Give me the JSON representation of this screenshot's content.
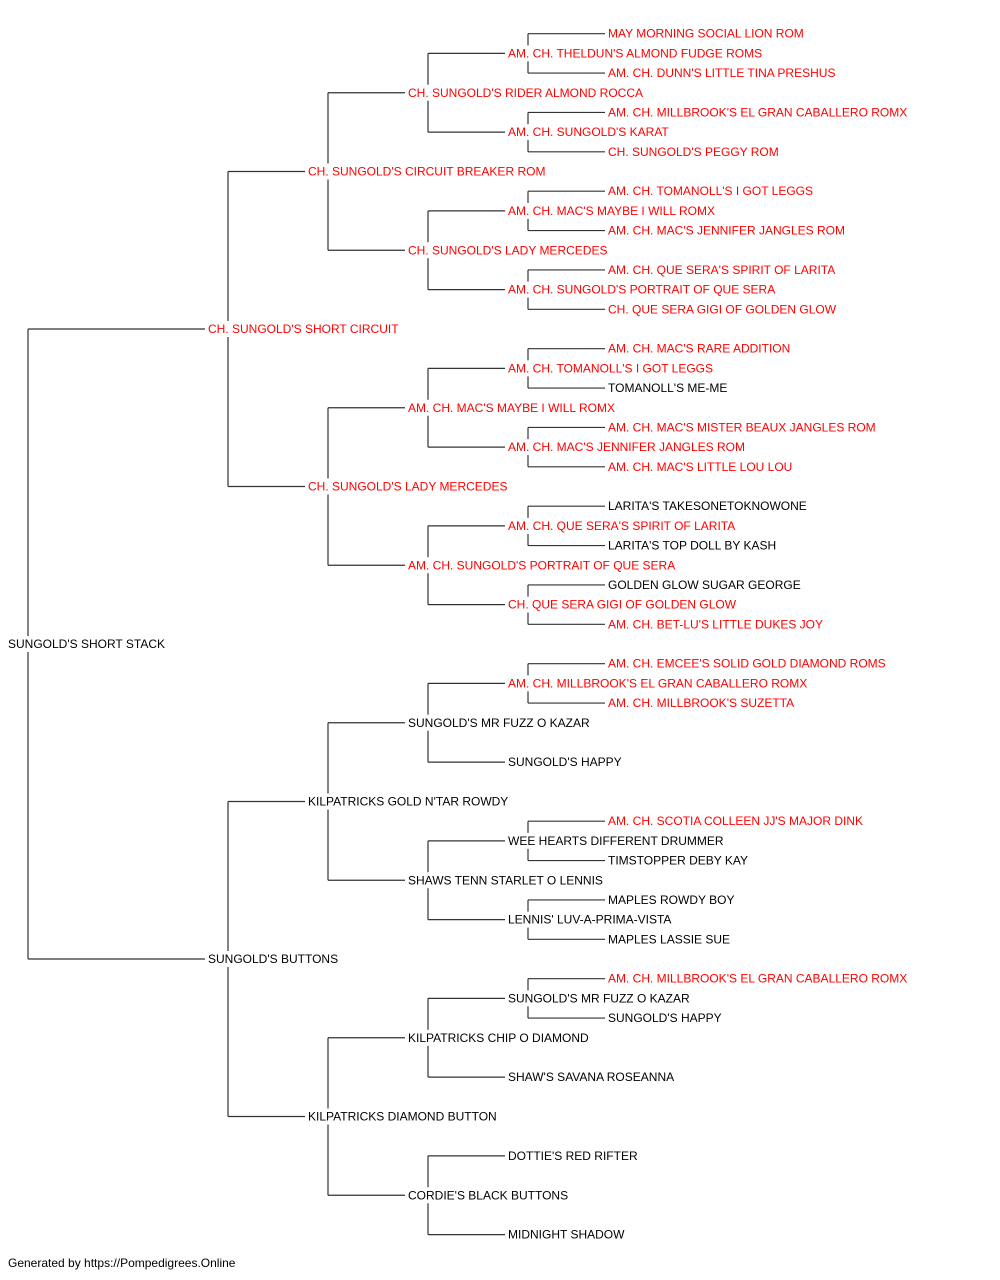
{
  "colors": {
    "champion": "#ff0000",
    "default": "#000000",
    "line": "#333333"
  },
  "footer": "Generated by https://Pompedigrees.Online",
  "pedigree": {
    "name": "SUNGOLD'S SHORT STACK",
    "champion": false,
    "sire": {
      "name": "CH. SUNGOLD'S SHORT CIRCUIT",
      "champion": true,
      "sire": {
        "name": "CH. SUNGOLD'S CIRCUIT BREAKER ROM",
        "champion": true,
        "sire": {
          "name": "CH. SUNGOLD'S RIDER ALMOND ROCCA",
          "champion": true,
          "sire": {
            "name": "AM. CH. THELDUN'S ALMOND FUDGE ROMS",
            "champion": true,
            "sire": {
              "name": "MAY MORNING SOCIAL LION ROM",
              "champion": true
            },
            "dam": {
              "name": "AM. CH. DUNN'S LITTLE TINA PRESHUS",
              "champion": true
            }
          },
          "dam": {
            "name": "AM. CH. SUNGOLD'S KARAT",
            "champion": true,
            "sire": {
              "name": "AM. CH. MILLBROOK'S EL GRAN CABALLERO ROMX",
              "champion": true
            },
            "dam": {
              "name": "CH. SUNGOLD'S PEGGY ROM",
              "champion": true
            }
          }
        },
        "dam": {
          "name": "CH. SUNGOLD'S LADY MERCEDES",
          "champion": true,
          "sire": {
            "name": "AM. CH. MAC'S MAYBE I WILL ROMX",
            "champion": true,
            "sire": {
              "name": "AM. CH. TOMANOLL'S I GOT LEGGS",
              "champion": true
            },
            "dam": {
              "name": "AM. CH. MAC'S JENNIFER JANGLES ROM",
              "champion": true
            }
          },
          "dam": {
            "name": "AM. CH. SUNGOLD'S PORTRAIT OF QUE SERA",
            "champion": true,
            "sire": {
              "name": "AM. CH. QUE SERA'S SPIRIT OF LARITA",
              "champion": true
            },
            "dam": {
              "name": "CH. QUE SERA GIGI OF GOLDEN GLOW",
              "champion": true
            }
          }
        }
      },
      "dam": {
        "name": "CH. SUNGOLD'S LADY MERCEDES",
        "champion": true,
        "sire": {
          "name": "AM. CH. MAC'S MAYBE I WILL ROMX",
          "champion": true,
          "sire": {
            "name": "AM. CH. TOMANOLL'S I GOT LEGGS",
            "champion": true,
            "sire": {
              "name": "AM. CH. MAC'S RARE ADDITION",
              "champion": true
            },
            "dam": {
              "name": "TOMANOLL'S ME-ME",
              "champion": false
            }
          },
          "dam": {
            "name": "AM. CH. MAC'S JENNIFER JANGLES ROM",
            "champion": true,
            "sire": {
              "name": "AM. CH. MAC'S MISTER BEAUX JANGLES ROM",
              "champion": true
            },
            "dam": {
              "name": "AM. CH. MAC'S LITTLE LOU LOU",
              "champion": true
            }
          }
        },
        "dam": {
          "name": "AM. CH. SUNGOLD'S PORTRAIT OF QUE SERA",
          "champion": true,
          "sire": {
            "name": "AM. CH. QUE SERA'S SPIRIT OF LARITA",
            "champion": true,
            "sire": {
              "name": "LARITA'S TAKESONETOKNOWONE",
              "champion": false
            },
            "dam": {
              "name": "LARITA'S TOP DOLL BY KASH",
              "champion": false
            }
          },
          "dam": {
            "name": "CH. QUE SERA GIGI OF GOLDEN GLOW",
            "champion": true,
            "sire": {
              "name": "GOLDEN GLOW SUGAR GEORGE",
              "champion": false
            },
            "dam": {
              "name": "AM. CH. BET-LU'S LITTLE DUKES JOY",
              "champion": true
            }
          }
        }
      }
    },
    "dam": {
      "name": "SUNGOLD'S BUTTONS",
      "champion": false,
      "sire": {
        "name": "KILPATRICKS GOLD N'TAR ROWDY",
        "champion": false,
        "sire": {
          "name": "SUNGOLD'S MR FUZZ O KAZAR",
          "champion": false,
          "sire": {
            "name": "AM. CH. MILLBROOK'S EL GRAN CABALLERO ROMX",
            "champion": true,
            "sire": {
              "name": "AM. CH. EMCEE'S SOLID GOLD DIAMOND ROMS",
              "champion": true
            },
            "dam": {
              "name": "AM. CH. MILLBROOK'S SUZETTA",
              "champion": true
            }
          },
          "dam": {
            "name": "SUNGOLD'S HAPPY",
            "champion": false
          }
        },
        "dam": {
          "name": "SHAWS TENN STARLET O LENNIS",
          "champion": false,
          "sire": {
            "name": "WEE HEARTS DIFFERENT DRUMMER",
            "champion": false,
            "sire": {
              "name": "AM. CH. SCOTIA COLLEEN JJ'S MAJOR DINK",
              "champion": true
            },
            "dam": {
              "name": "TIMSTOPPER DEBY KAY",
              "champion": false
            }
          },
          "dam": {
            "name": "LENNIS' LUV-A-PRIMA-VISTA",
            "champion": false,
            "sire": {
              "name": "MAPLES ROWDY BOY",
              "champion": false
            },
            "dam": {
              "name": "MAPLES LASSIE SUE",
              "champion": false
            }
          }
        }
      },
      "dam": {
        "name": "KILPATRICKS DIAMOND BUTTON",
        "champion": false,
        "sire": {
          "name": "KILPATRICKS CHIP O DIAMOND",
          "champion": false,
          "sire": {
            "name": "SUNGOLD'S MR FUZZ O KAZAR",
            "champion": false,
            "sire": {
              "name": "AM. CH. MILLBROOK'S EL GRAN CABALLERO ROMX",
              "champion": true
            },
            "dam": {
              "name": "SUNGOLD'S HAPPY",
              "champion": false
            }
          },
          "dam": {
            "name": "SHAW'S SAVANA ROSEANNA",
            "champion": false
          }
        },
        "dam": {
          "name": "CORDIE'S BLACK BUTTONS",
          "champion": false,
          "sire": {
            "name": "DOTTIE'S RED RIFTER",
            "champion": false
          },
          "dam": {
            "name": "MIDNIGHT SHADOW",
            "champion": false
          }
        }
      }
    }
  }
}
